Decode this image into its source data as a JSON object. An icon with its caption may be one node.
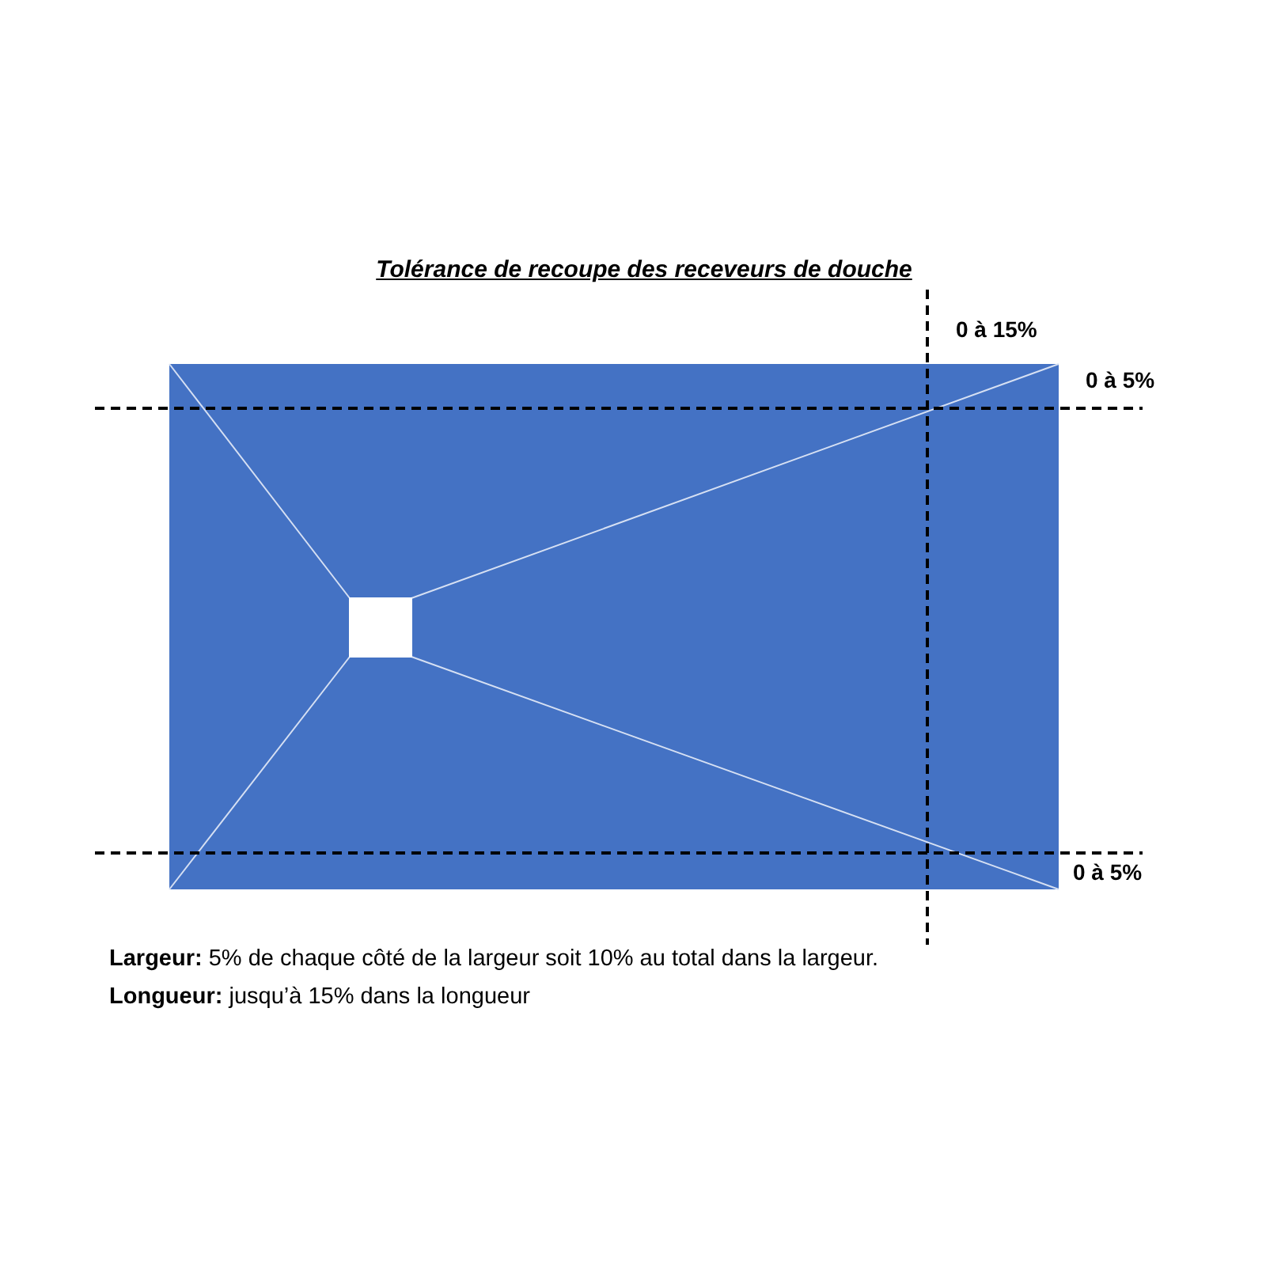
{
  "diagram": {
    "title": "Tolérance de recoupe des receveurs de douche",
    "labels": [
      "0 à 15%",
      "0 à 5%",
      "0 à 5%",
      "**Largeur:** 5% de chaque côté de la largeur soit 10% au total dans la largeur.",
      "**Longueur:** jusqu’à 15% dans la longueur"
    ]
  }
}
